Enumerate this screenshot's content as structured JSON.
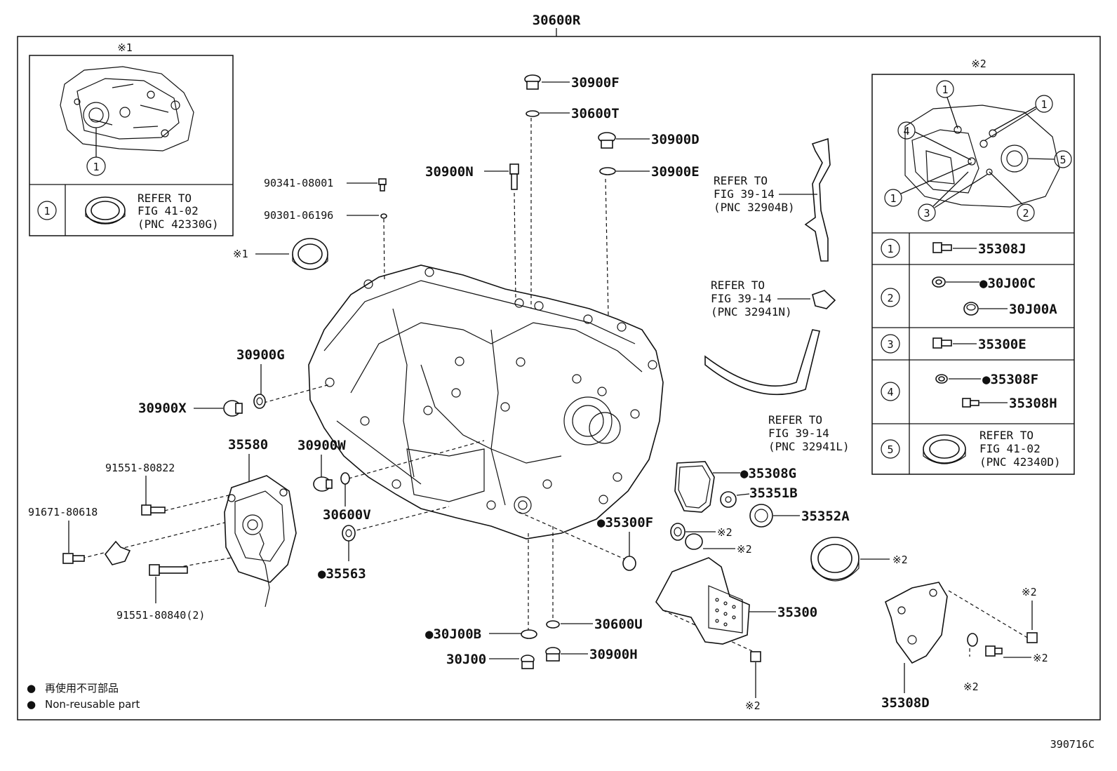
{
  "title": "30600R",
  "figure_code": "390716C",
  "reference_marks": {
    "mark1": "※1",
    "mark2": "※2"
  },
  "legend": [
    {
      "mark": "●",
      "text": "再使用不可部品"
    },
    {
      "mark": "●",
      "text": "Non-reusable part"
    }
  ],
  "inset1": {
    "mark": "※1",
    "rows": [
      {
        "num": "1",
        "ref_lines": [
          "REFER TO",
          "FIG 41-02",
          "(PNC 42330G)"
        ]
      }
    ]
  },
  "inset2": {
    "mark": "※2",
    "rows": [
      {
        "num": "1",
        "parts": [
          "35308J"
        ]
      },
      {
        "num": "2",
        "parts": [
          "●30J00C",
          "30J00A"
        ]
      },
      {
        "num": "3",
        "parts": [
          "35300E"
        ]
      },
      {
        "num": "4",
        "parts": [
          "●35308F",
          "35308H"
        ]
      },
      {
        "num": "5",
        "ref_lines": [
          "REFER TO",
          "FIG 41-02",
          "(PNC 42340D)"
        ]
      }
    ]
  },
  "part_labels": {
    "p30900F": "30900F",
    "p30600T": "30600T",
    "p30900D": "30900D",
    "p30900E": "30900E",
    "p30900N": "30900N",
    "p90341": "90341-08001",
    "p90301": "90301-06196",
    "p30900G": "30900G",
    "p30900X": "30900X",
    "p35580": "35580",
    "p30900W": "30900W",
    "p91551a": "91551-80822",
    "p91671": "91671-80618",
    "p30600V": "30600V",
    "p35563": "●35563",
    "p91551b": "91551-80840(2)",
    "p35308G": "●35308G",
    "p35351B": "35351B",
    "p35352A": "35352A",
    "p35300F": "●35300F",
    "p30J00B": "●30J00B",
    "p30600U": "30600U",
    "p30J00": "30J00",
    "p30900H": "30900H",
    "p35300": "35300",
    "p35308D": "35308D"
  },
  "refers": {
    "r32904B": [
      "REFER TO",
      "FIG 39-14",
      "(PNC 32904B)"
    ],
    "r32941N": [
      "REFER TO",
      "FIG 39-14",
      "(PNC 32941N)"
    ],
    "r32941L": [
      "REFER TO",
      "FIG 39-14",
      "(PNC 32941L)"
    ]
  }
}
